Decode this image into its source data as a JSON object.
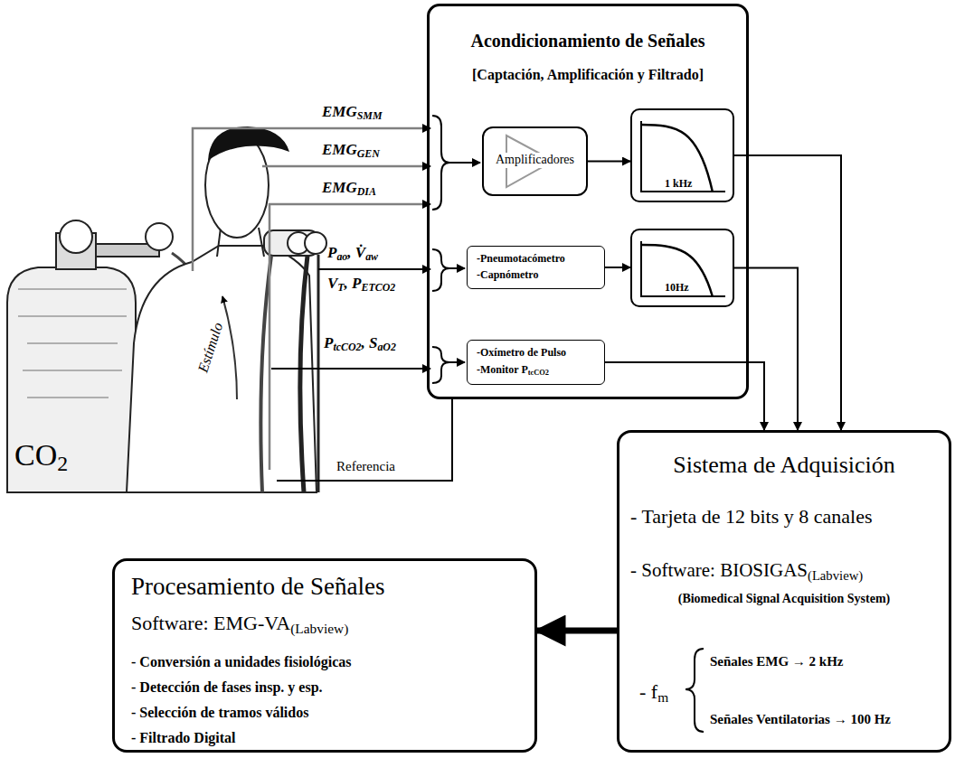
{
  "diagram": {
    "nodes": [
      {
        "text": [
          "Acondicionamiento de Señales",
          "[Captación, Amplificación y Filtrado]"
        ]
      },
      {
        "text": [
          "Amplificadores"
        ],
        "in": 0
      },
      {
        "text": [
          "1 kHz"
        ],
        "in": 0
      },
      {
        "text": [
          "-Pneumotacómetro",
          "-Capnómetro"
        ],
        "in": 0
      },
      {
        "text": [
          "10Hz"
        ],
        "in": 0
      },
      {
        "text": [
          "-Oxímetro de Pulso",
          "-Monitor PtcCO2"
        ],
        "in": 0
      },
      {
        "text": [
          "Sistema de Adquisición",
          "- Tarjeta de 12 bits y 8 canales",
          "- Software: BIOSIGAS(Labview)",
          "(Biomedical Signal Acquisition System)",
          "- fm",
          "Señales EMG → 2 kHz",
          "Señales Ventilatorias → 100 Hz"
        ]
      },
      {
        "text": [
          "Procesamiento de Señales",
          "Software: EMG-VA(Labview)",
          "- Conversión a unidades fisiológicas",
          "- Detección de fases insp. y esp.",
          "- Selección de tramos válidos",
          "- Filtrado Digital"
        ]
      }
    ],
    "edges": [
      {
        "from": 1,
        "to": 2,
        "arrow": "to"
      },
      {
        "from": 3,
        "to": 4,
        "arrow": "to"
      },
      {
        "from": 2,
        "to": 6,
        "arrow": "to"
      },
      {
        "from": 4,
        "to": 6,
        "arrow": "to"
      },
      {
        "from": 5,
        "to": 6,
        "arrow": "to"
      },
      {
        "from": 6,
        "to": 7,
        "arrow": "to"
      }
    ],
    "labels": [
      "EMGSMM",
      "EMGGEN",
      "EMGDIA",
      "Pao, V̇aw",
      "VT, PETCO2",
      "PtcCO2, SaO2",
      "Estímulo",
      "Referencia",
      "CO2"
    ]
  }
}
